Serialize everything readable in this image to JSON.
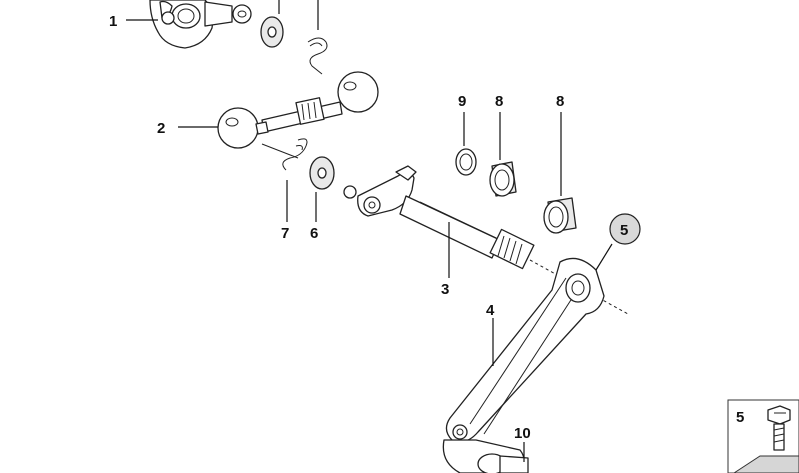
{
  "callouts": {
    "c1": "1",
    "c2": "2",
    "c3": "3",
    "c4": "4",
    "c5_circle": "5",
    "c6": "6",
    "c7": "7",
    "c8a": "8",
    "c8b": "8",
    "c9": "9",
    "c10": "10"
  },
  "legend": {
    "label": "5"
  }
}
